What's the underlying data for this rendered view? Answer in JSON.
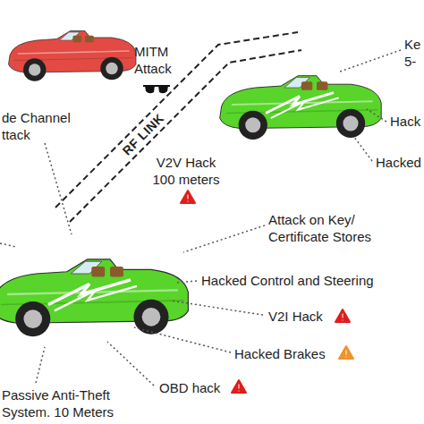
{
  "diagram": {
    "labels": [
      "MITM Attack",
      "Ke 5-",
      "de Channel ttack",
      "RF LINK",
      "Hack",
      "Hacked",
      "V2V Hack 100 meters",
      "Attack on Key/ Certificate Stores",
      "Hacked Control and Steering",
      "V2I Hack",
      "Hacked Brakes",
      "OBD hack",
      "Passive Anti-Theft System. 10 Meters"
    ]
  }
}
